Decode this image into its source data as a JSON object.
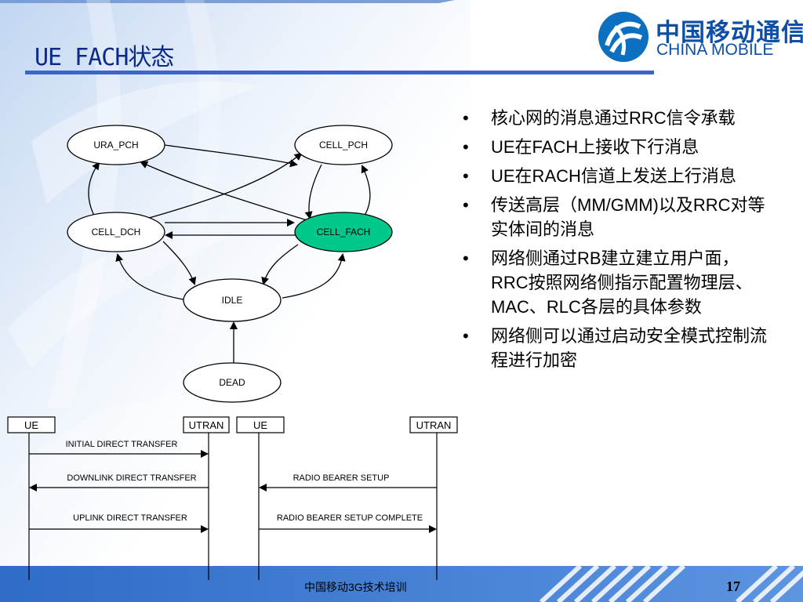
{
  "slide": {
    "title": "UE FACH状态",
    "logo": {
      "cn": "中国移动通信",
      "en": "CHINA MOBILE",
      "icon": "china-mobile-logo-icon"
    },
    "footer_text": "中国移动3G技术培训",
    "page_number": "17"
  },
  "state_diagram": {
    "states": [
      "URA_PCH",
      "CELL_PCH",
      "CELL_DCH",
      "CELL_FACH",
      "IDLE",
      "DEAD"
    ],
    "highlighted_state": "CELL_FACH",
    "highlight_color": "#00c88a"
  },
  "sequence_left": {
    "left_entity": "UE",
    "right_entity": "UTRAN",
    "messages": [
      {
        "label": "INITIAL DIRECT TRANSFER",
        "direction": "right"
      },
      {
        "label": "DOWNLINK DIRECT TRANSFER",
        "direction": "left"
      },
      {
        "label": "UPLINK DIRECT TRANSFER",
        "direction": "right"
      }
    ]
  },
  "sequence_right": {
    "left_entity": "UE",
    "right_entity": "UTRAN",
    "messages": [
      {
        "label": "RADIO BEARER SETUP",
        "direction": "left"
      },
      {
        "label": "RADIO BEARER SETUP COMPLETE",
        "direction": "right"
      }
    ]
  },
  "bullets": [
    "核心网的消息通过RRC信令承载",
    "UE在FACH上接收下行消息",
    "UE在RACH信道上发送上行消息",
    "传送高层（MM/GMM)以及RRC对等实体间的消息",
    "网络侧通过RB建立建立用户面，RRC按照网络侧指示配置物理层、MAC、RLC各层的具体参数",
    "网络侧可以通过启动安全模式控制流程进行加密"
  ],
  "bullet_glyph": "•",
  "colors": {
    "title": "#0a2a8c",
    "accent_bar": "#3a66c8",
    "footer_band": "#3a78d0",
    "logo": "#0d4fa6"
  }
}
